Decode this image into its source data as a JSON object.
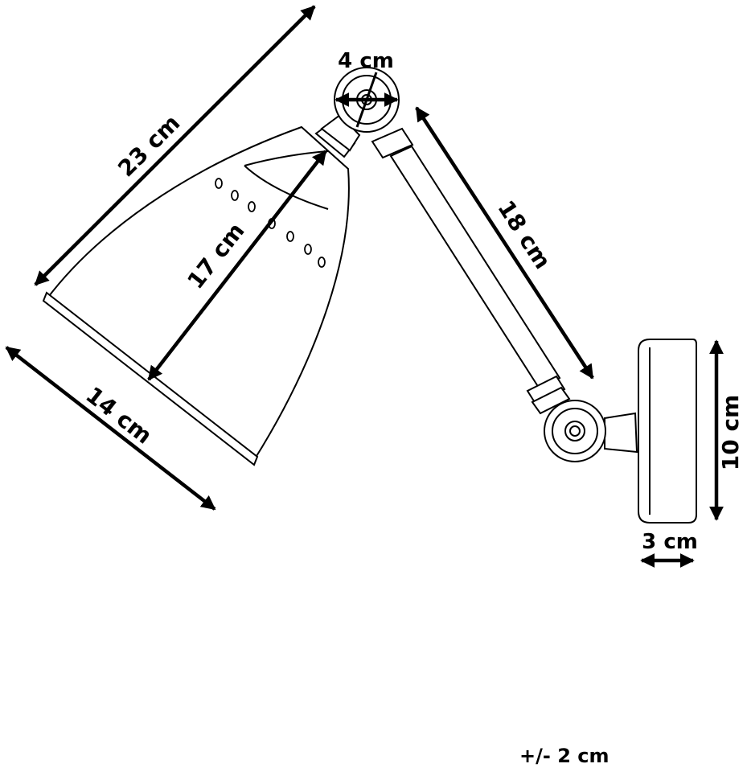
{
  "dimensions": {
    "shade_length": "23 cm",
    "shade_height": "17 cm",
    "shade_diameter": "14 cm",
    "joint_diameter": "4 cm",
    "arm_length": "18 cm",
    "base_height": "10 cm",
    "base_depth": "3 cm"
  },
  "tolerance": "+/- 2 cm",
  "colors": {
    "line": "#000000",
    "background": "#ffffff"
  }
}
